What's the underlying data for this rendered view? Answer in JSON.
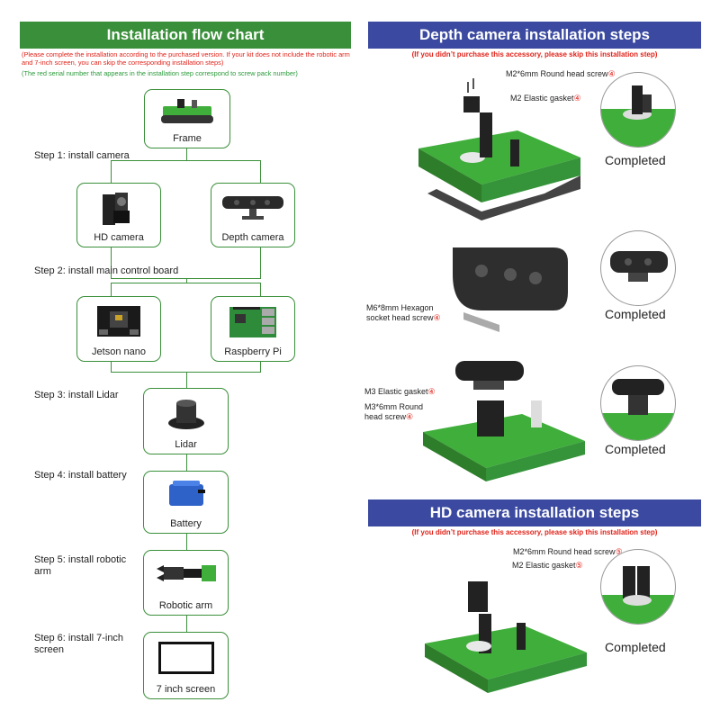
{
  "left": {
    "title": "Installation flow chart",
    "note_red": "(Please complete the installation according to the purchased version. If your kit does not include the robotic arm and 7-inch screen, you can skip the corresponding installation steps)",
    "note_green": "(The red serial number that appears in the installation step correspond to screw pack number)",
    "frame_label": "Frame",
    "steps": [
      "Step 1: install camera",
      "Step 2: install main control board",
      "Step 3: install Lidar",
      "Step 4: install battery",
      "Step 5: install robotic arm",
      "Step 6: install 7-inch screen"
    ],
    "labels": {
      "hd_camera": "HD camera",
      "depth_camera": "Depth camera",
      "jetson_nano": "Jetson nano",
      "raspberry_pi": "Raspberry Pi",
      "lidar": "Lidar",
      "battery": "Battery",
      "robotic_arm": "Robotic arm",
      "screen": "7 inch screen"
    }
  },
  "depth": {
    "title": "Depth camera installation steps",
    "subtitle": "(If you didn’t purchase this accessory, please skip this installation step)",
    "s1_screw": "M2*6mm Round head screw",
    "s1_screw_num": "④",
    "s1_gasket": "M2 Elastic gasket",
    "s1_gasket_num": "④",
    "s2_screw": "M6*8mm Hexagon socket head screw",
    "s2_screw_num": "④",
    "s3_gasket": "M3 Elastic gasket",
    "s3_gasket_num": "④",
    "s3_screw": "M3*6mm Round head screw",
    "s3_screw_num": "④",
    "completed": "Completed"
  },
  "hd": {
    "title": "HD camera installation steps",
    "subtitle": "(If you didn’t purchase this accessory, please skip this installation step)",
    "screw": "M2*6mm Round head screw",
    "screw_num": "⑤",
    "gasket": "M2 Elastic gasket",
    "gasket_num": "⑤",
    "completed": "Completed"
  },
  "colors": {
    "green_banner": "#3a8f3a",
    "blue_banner": "#3b4aa0",
    "note_red": "#e0231a",
    "note_green": "#2a9a3a",
    "robot_green": "#3fae3a"
  }
}
